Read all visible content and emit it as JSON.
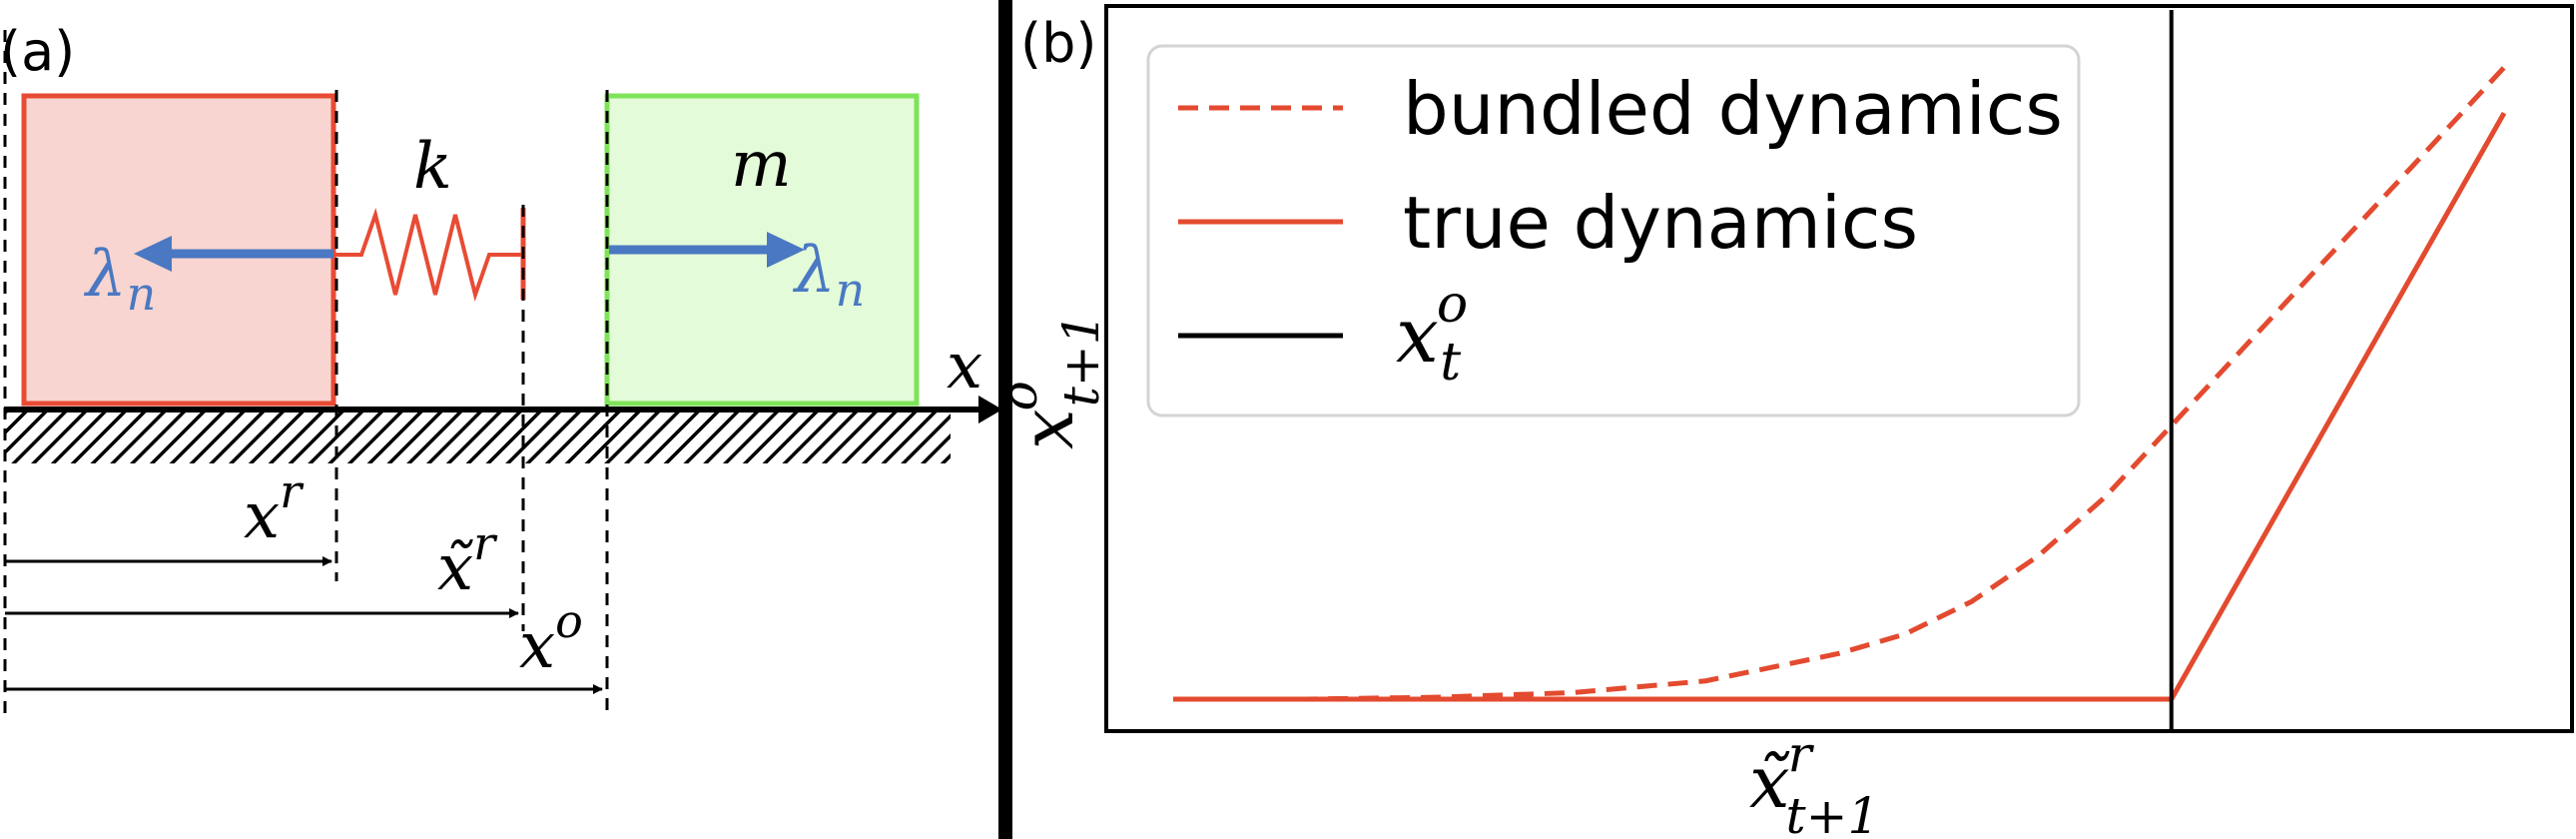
{
  "panel_a": {
    "label": "(a)",
    "spring_label": "k",
    "mass_label": "m",
    "axis_label": "x",
    "force_left_label": "λ",
    "force_right_label": "λ",
    "force_subscript": "n",
    "measure_xr": {
      "base": "x",
      "sup": "r"
    },
    "measure_xtilde": {
      "base": "x̃",
      "sup": "r"
    },
    "measure_xo": {
      "base": "x",
      "sup": "o"
    },
    "colors": {
      "robot_fill": "#f8d5d0",
      "robot_edge": "#e84b34",
      "object_fill": "#e3fbd8",
      "object_edge": "#7fe35a",
      "spring": "#e84b34",
      "force_arrow": "#4a78c2"
    }
  },
  "panel_b": {
    "label": "(b)",
    "xlabel": {
      "base": "x̃",
      "sub": "t+1",
      "sup": "r"
    },
    "ylabel": {
      "base": "x",
      "sub": "t+1",
      "sup": "o"
    },
    "legend": [
      {
        "text": "bundled dynamics",
        "style": "dashed",
        "color": "#e34a2f"
      },
      {
        "text": "true dynamics",
        "style": "solid",
        "color": "#e34a2f"
      },
      {
        "text_base": "x",
        "text_sub": "t",
        "text_sup": "o",
        "style": "solid",
        "color": "#000000"
      }
    ]
  },
  "chart_data": {
    "type": "line",
    "xlabel": "x̃^r_{t+1}",
    "ylabel": "x^o_{t+1}",
    "grid": false,
    "ticks": "none",
    "legend_position": "top-left",
    "vertical_line_x": 0.75,
    "series": [
      {
        "name": "bundled dynamics",
        "style": "dashed",
        "color": "#e34a2f",
        "x": [
          0.0,
          0.1,
          0.2,
          0.3,
          0.4,
          0.5,
          0.55,
          0.6,
          0.65,
          0.7,
          0.75,
          0.8,
          0.85,
          0.9,
          0.95,
          1.0
        ],
        "y": [
          0.0,
          0.0,
          0.003,
          0.01,
          0.028,
          0.07,
          0.1,
          0.15,
          0.22,
          0.31,
          0.42,
          0.53,
          0.64,
          0.75,
          0.86,
          0.97
        ]
      },
      {
        "name": "true dynamics",
        "style": "solid",
        "color": "#e34a2f",
        "x": [
          0.0,
          0.75,
          1.0
        ],
        "y": [
          0.0,
          0.0,
          0.9
        ]
      },
      {
        "name": "x_t^o",
        "style": "vertical",
        "color": "#000000",
        "x": [
          0.75,
          0.75
        ],
        "y": [
          -0.1,
          1.1
        ]
      }
    ]
  }
}
